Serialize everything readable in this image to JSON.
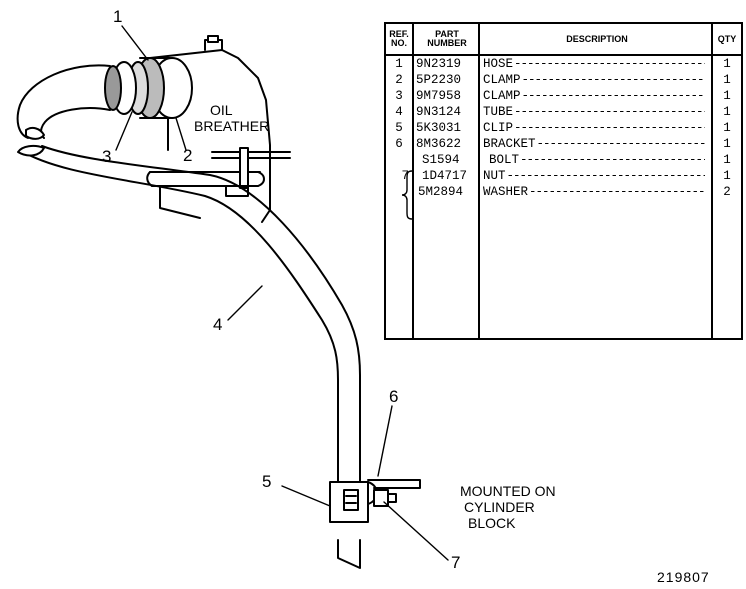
{
  "diagram": {
    "callouts": [
      "1",
      "2",
      "3",
      "4",
      "5",
      "6",
      "7"
    ],
    "oil_breather_label": [
      "OIL",
      "BREATHER"
    ],
    "mounted_label": [
      "MOUNTED ON",
      "CYLINDER",
      "BLOCK"
    ],
    "figure_number": "219807"
  },
  "table": {
    "headers": {
      "ref_no": [
        "REF.",
        "NO."
      ],
      "part_number": [
        "PART",
        "NUMBER"
      ],
      "description": "DESCRIPTION",
      "qty": "QTY"
    },
    "rows": [
      {
        "ref": "1",
        "part": "9N2319",
        "desc": "HOSE",
        "qty": "1"
      },
      {
        "ref": "2",
        "part": "5P2230",
        "desc": "CLAMP",
        "qty": "1"
      },
      {
        "ref": "3",
        "part": "9M7958",
        "desc": "CLAMP",
        "qty": "1"
      },
      {
        "ref": "4",
        "part": "9N3124",
        "desc": "TUBE",
        "qty": "1"
      },
      {
        "ref": "5",
        "part": "5K3031",
        "desc": "CLIP",
        "qty": "1"
      },
      {
        "ref": "6",
        "part": "8M3622",
        "desc": "BRACKET",
        "qty": "1"
      },
      {
        "ref": "",
        "part": "S1594",
        "desc": "BOLT",
        "qty": "1"
      },
      {
        "ref": "7",
        "part": "1D4717",
        "desc": "NUT",
        "qty": "1"
      },
      {
        "ref": "",
        "part": "5M2894",
        "desc": "WASHER",
        "qty": "2"
      }
    ]
  }
}
